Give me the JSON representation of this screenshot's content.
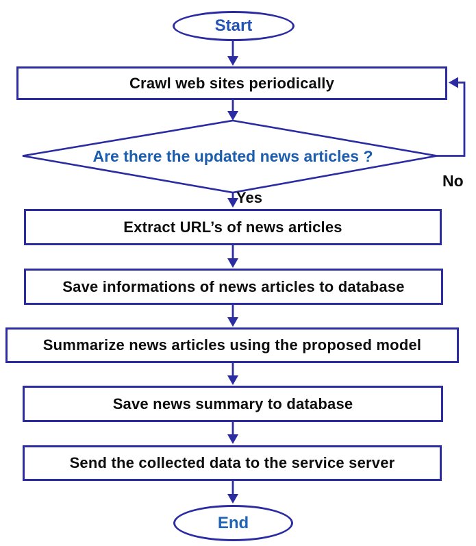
{
  "diagram_type": "flowchart",
  "colors": {
    "line": "#2b2ba2",
    "text_dark": "#0d0d0d",
    "start_text": "#2353b5",
    "end_text": "#1f64b5",
    "decision_text": "#1c5ead",
    "background": "#ffffff"
  },
  "nodes": {
    "start": {
      "type": "terminator",
      "label": "Start"
    },
    "crawl": {
      "type": "process",
      "label": "Crawl web sites periodically"
    },
    "decision": {
      "type": "decision",
      "label": "Are there the updated news articles ?"
    },
    "extract": {
      "type": "process",
      "label": "Extract URL’s of news articles"
    },
    "save_info": {
      "type": "process",
      "label": "Save informations of news articles to database"
    },
    "summarize": {
      "type": "process",
      "label": "Summarize news articles using the proposed model"
    },
    "save_summary": {
      "type": "process",
      "label": "Save news summary to database"
    },
    "send": {
      "type": "process",
      "label": "Send the collected data to the service server"
    },
    "end": {
      "type": "terminator",
      "label": "End"
    }
  },
  "edges": [
    {
      "from": "start",
      "to": "crawl"
    },
    {
      "from": "crawl",
      "to": "decision"
    },
    {
      "from": "decision",
      "to": "extract",
      "label": "Yes"
    },
    {
      "from": "decision",
      "to": "crawl",
      "label": "No"
    },
    {
      "from": "extract",
      "to": "save_info"
    },
    {
      "from": "save_info",
      "to": "summarize"
    },
    {
      "from": "summarize",
      "to": "save_summary"
    },
    {
      "from": "save_summary",
      "to": "send"
    },
    {
      "from": "send",
      "to": "end"
    }
  ]
}
